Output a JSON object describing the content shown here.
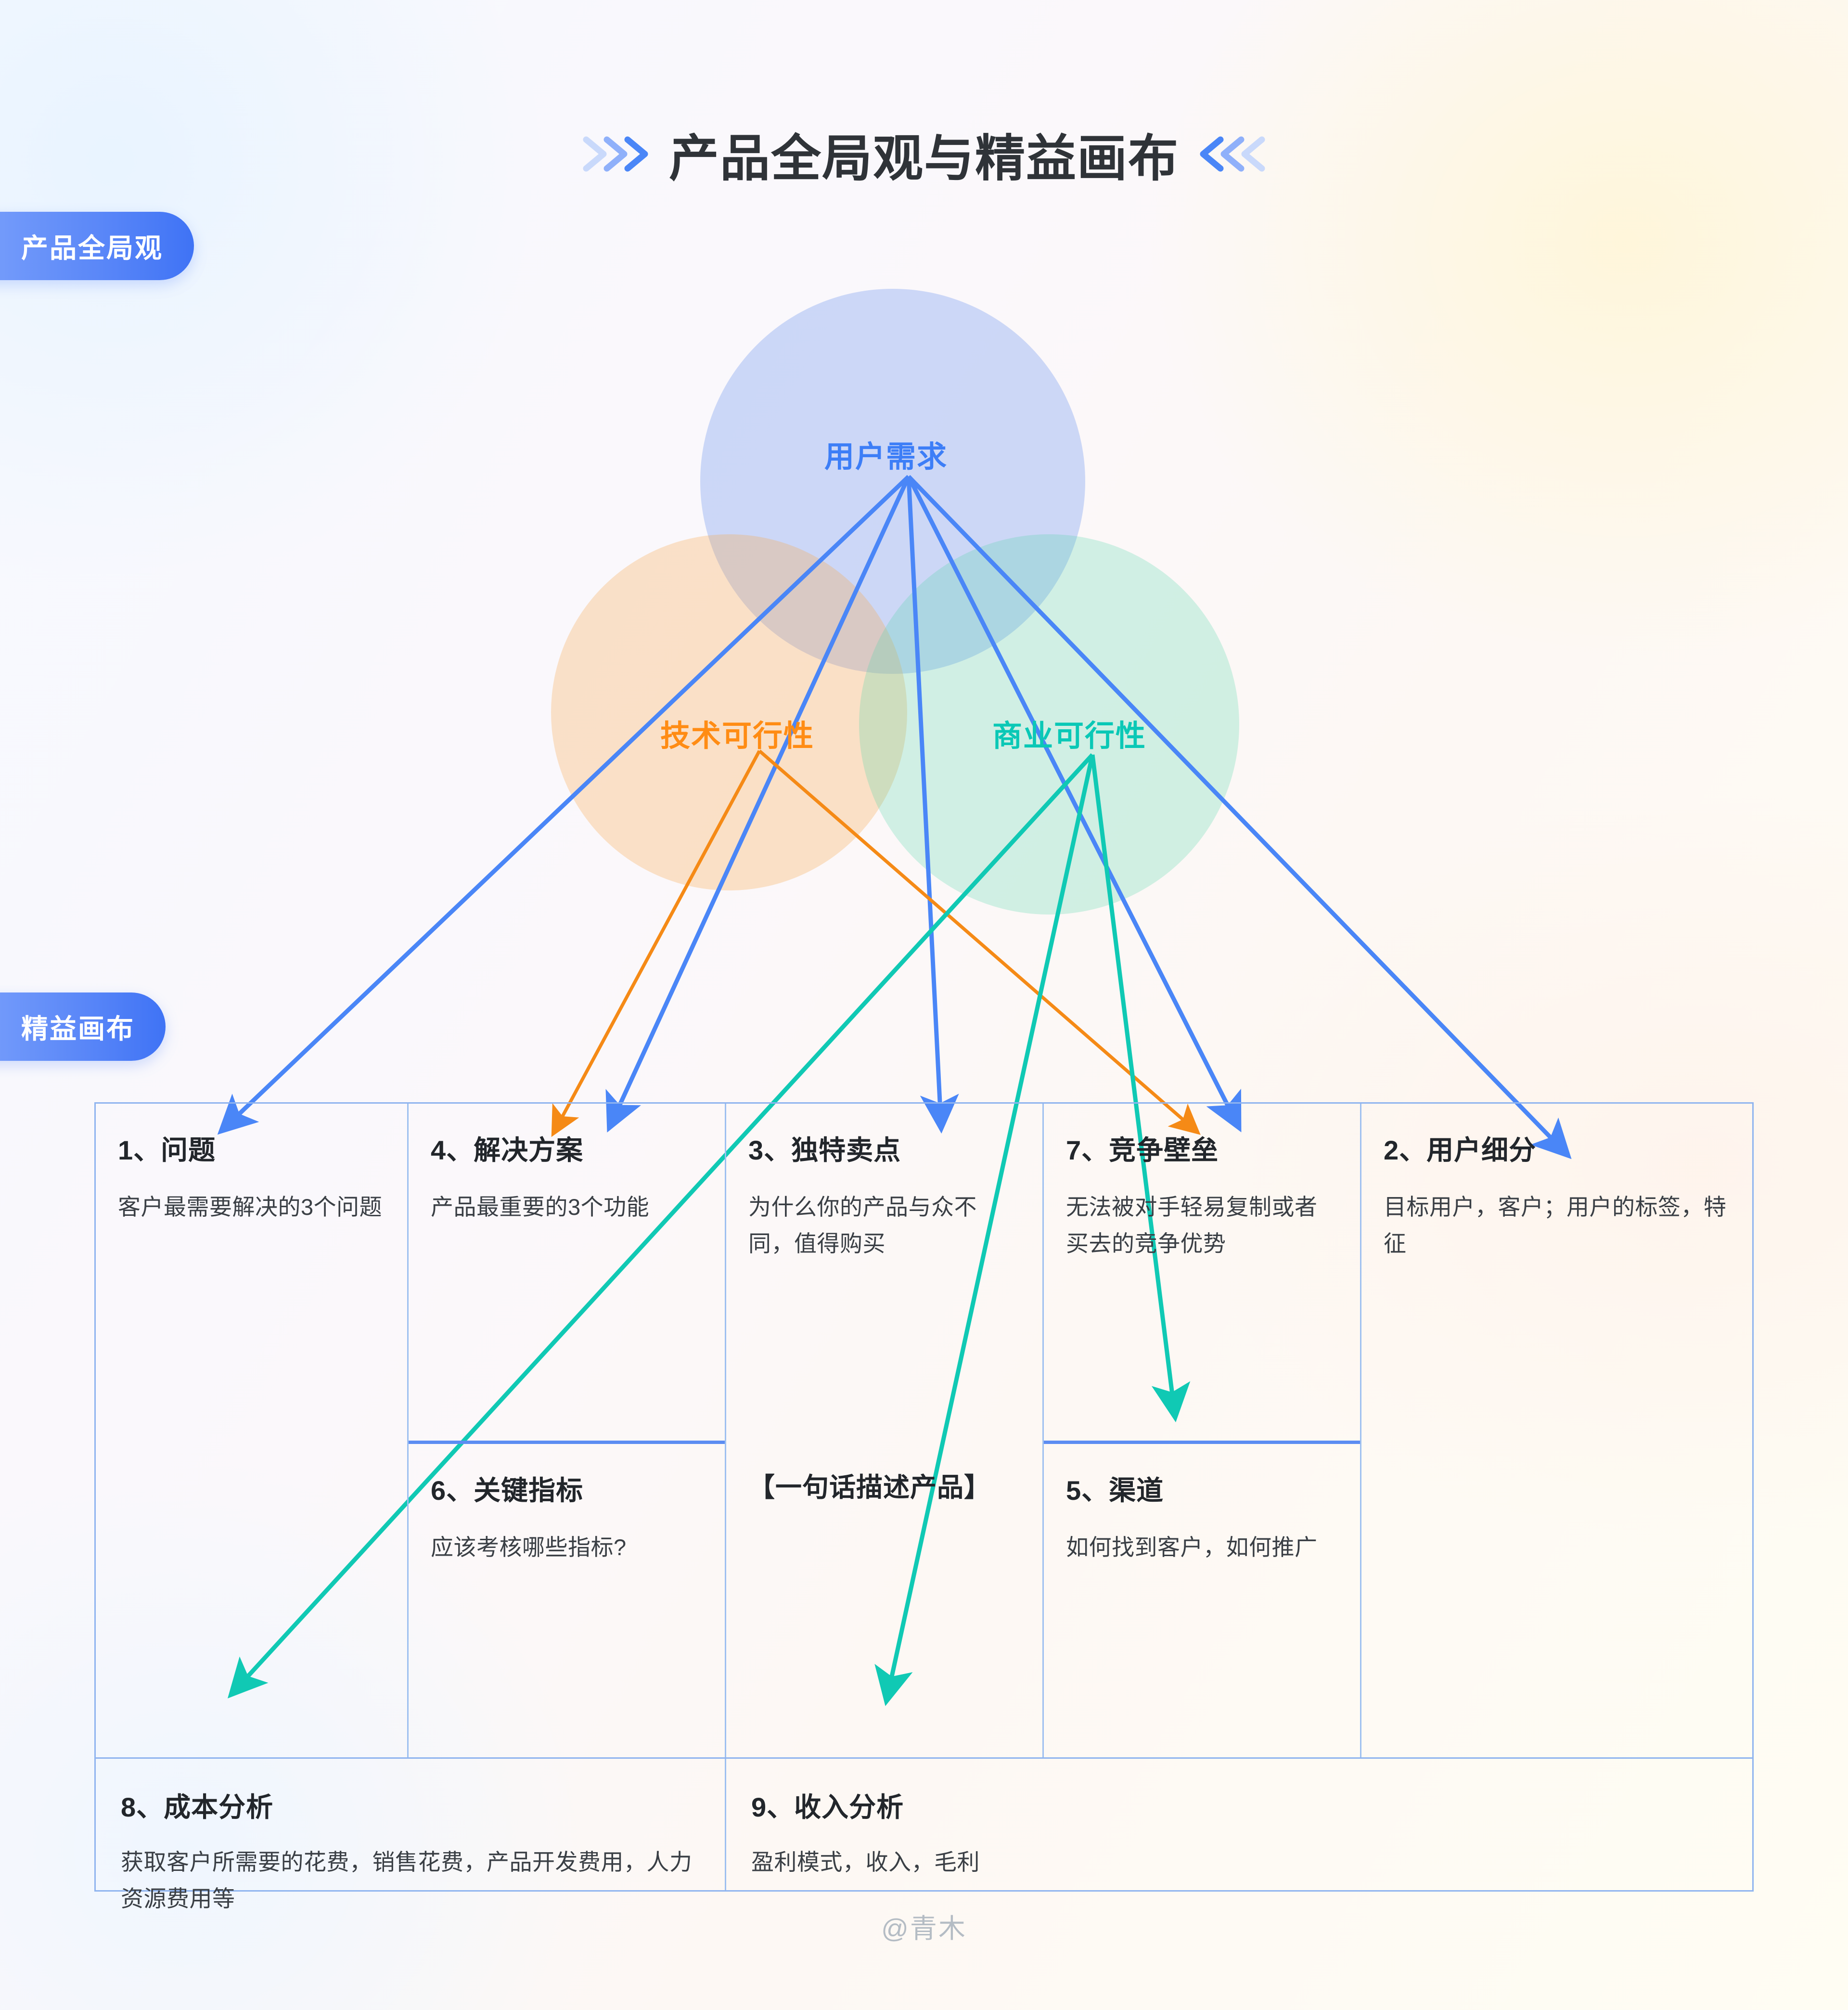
{
  "header": {
    "title": "产品全局观与精益画布",
    "chevron_right_icon": "chevron-right-triple",
    "chevron_left_icon": "chevron-left-triple"
  },
  "badges": {
    "overview": "产品全局观",
    "canvas": "精益画布"
  },
  "venn": {
    "circles": [
      {
        "id": "need",
        "label": "用户需求",
        "color": "#3d7ef7",
        "fill": "#95b0f3"
      },
      {
        "id": "tech",
        "label": "技术可行性",
        "color": "#ff8c14",
        "fill": "#faaa50"
      },
      {
        "id": "biz",
        "label": "商业可行性",
        "color": "#0ac8b6",
        "fill": "#50d6aa"
      }
    ]
  },
  "canvas": {
    "cells": {
      "problem": {
        "title": "1、问题",
        "body": "客户最需要解决的3个问题"
      },
      "solution": {
        "title": "4、解决方案",
        "body": "产品最重要的3个功能"
      },
      "metrics": {
        "title": "6、关键指标",
        "body": "应该考核哪些指标?"
      },
      "usp": {
        "title": "3、独特卖点",
        "body": "为什么你的产品与众不同，值得购买"
      },
      "tagline": {
        "text": "【一句话描述产品】"
      },
      "moat": {
        "title": "7、竞争壁垒",
        "body": "无法被对手轻易复制或者买去的竞争优势"
      },
      "channel": {
        "title": "5、渠道",
        "body": "如何找到客户，如何推广"
      },
      "segments": {
        "title": "2、用户细分",
        "body": "目标用户，客户；用户的标签，特征"
      },
      "cost": {
        "title": "8、成本分析",
        "body": "获取客户所需要的花费，销售花费，产品开发费用，人力资源费用等"
      },
      "revenue": {
        "title": "9、收入分析",
        "body": "盈利模式，收入，毛利"
      }
    }
  },
  "footer": {
    "watermark": "@青木"
  },
  "colors": {
    "blue": "#4a86f7",
    "orange": "#f58a16",
    "teal": "#10c9b4",
    "badge_start": "#7fa4fb",
    "badge_end": "#3f73f5",
    "grid_border": "#8fb4ef",
    "divider": "#5c8df2"
  }
}
